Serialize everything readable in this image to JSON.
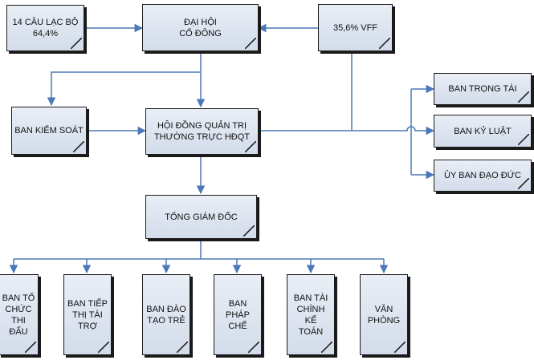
{
  "nodes": {
    "clubs": "14 CÂU LẠC BỘ\n64,4%",
    "congress": "ĐẠI HỘI\nCỔ ĐÔNG",
    "vff": "35,6% VFF",
    "supervisory": "BAN KIỂM SOÁT",
    "board": "HỘI ĐỒNG QUẢN TRỊ\nTHƯỜNG TRỰC HĐQT",
    "referee": "BAN TRỌNG TÀI",
    "discipline": "BAN KỶ LUẬT",
    "ethics": "ỦY BAN ĐẠO ĐỨC",
    "ceo": "TỔNG GIÁM ĐỐC",
    "competition": "BAN TỔ\nCHỨC THI\nĐẤU",
    "marketing": "BAN TIẾP\nTHỊ TÀI\nTRỢ",
    "youth": "BAN ĐÀO\nTẠO TRẺ",
    "legal": "BAN PHÁP\nCHẾ",
    "finance": "BAN TÀI\nCHÍNH KẾ\nTOÁN",
    "office": "VĂN\nPHÒNG"
  },
  "colors": {
    "line": "#4a78b8",
    "box_border": "#1c1c1c"
  }
}
